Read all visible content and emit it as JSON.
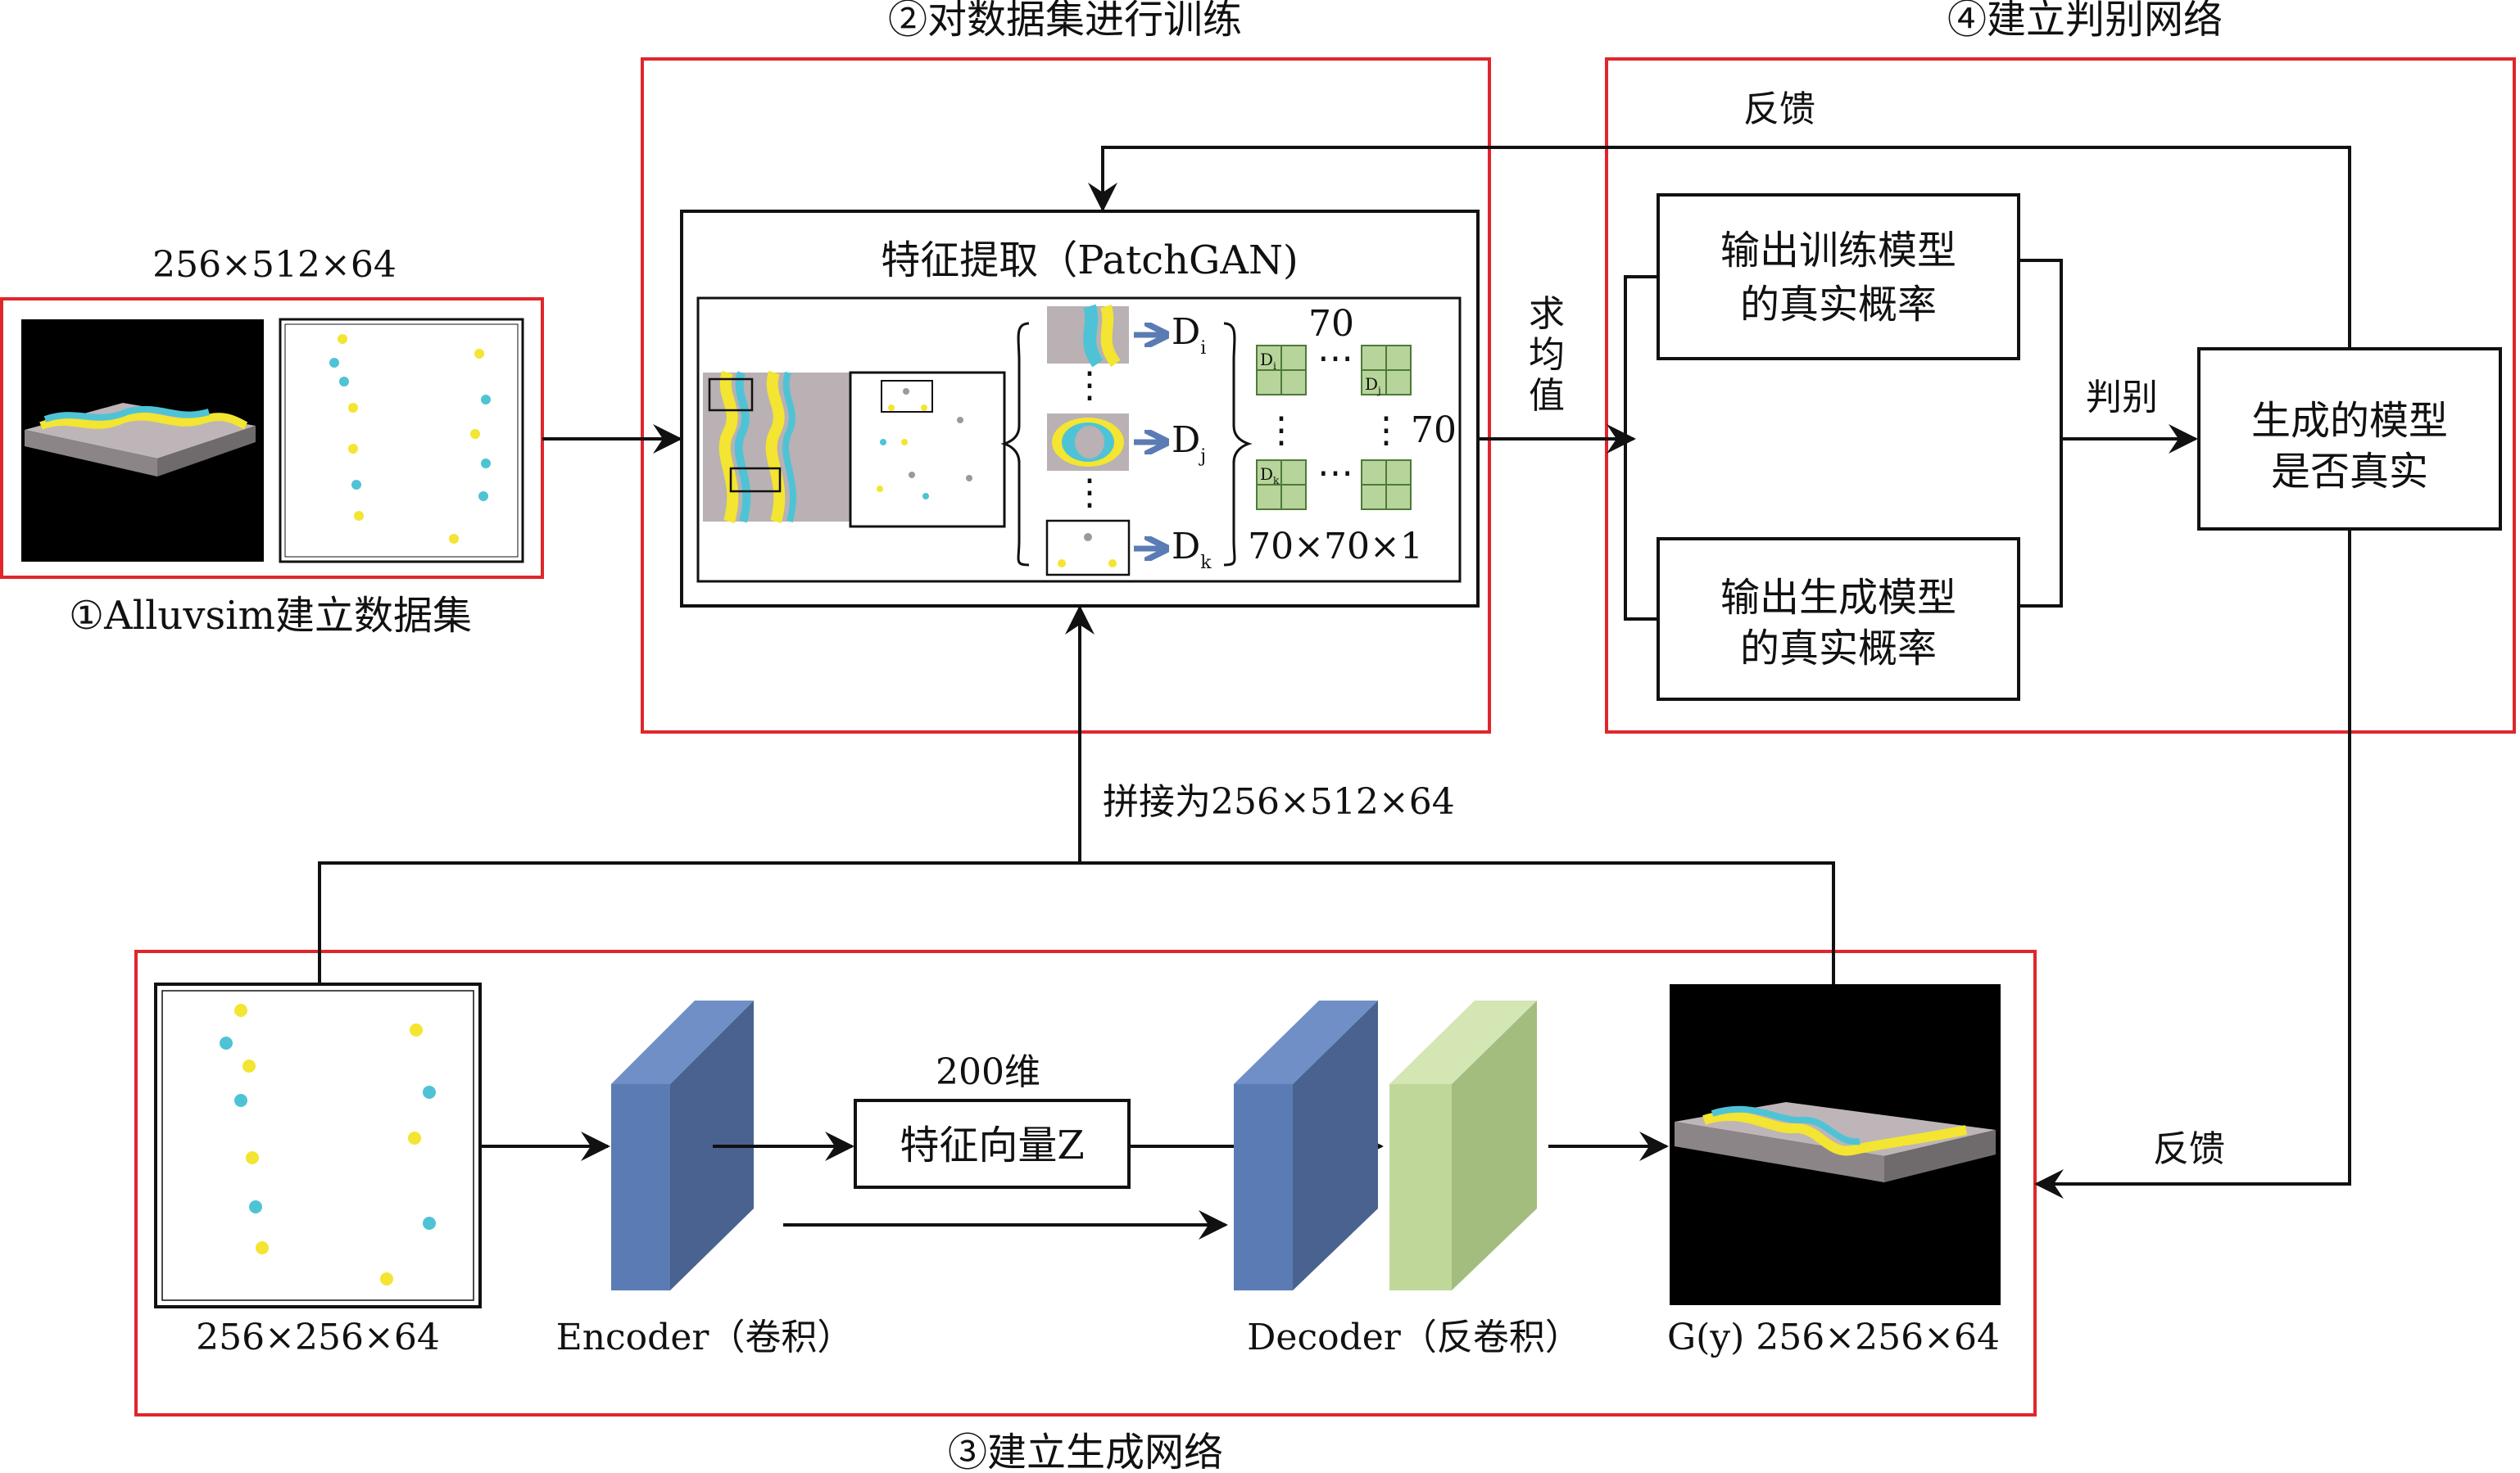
{
  "sections": {
    "dataset": {
      "title": "①Alluvsim建立数据集",
      "size_label": "256×512×64"
    },
    "training": {
      "title": "②对数据集进行训练"
    },
    "generator": {
      "title": "③建立生成网络"
    },
    "discriminator": {
      "title": "④建立判别网络"
    }
  },
  "feature_extraction": {
    "title": "特征提取（PatchGAN)",
    "d_main": "D",
    "d_subs": [
      "i",
      "j",
      "k"
    ],
    "grid_top": "70",
    "grid_right": "70",
    "grid_bottom": "70×70×1",
    "grid_cells": [
      "D",
      "D",
      "D"
    ],
    "grid_cell_subs": [
      "i",
      "j",
      "k"
    ],
    "dots": [
      "⋮",
      "⋮",
      "⋮",
      "⋮",
      "⋯",
      "⋯"
    ]
  },
  "average_label": [
    "求",
    "均",
    "值"
  ],
  "concat_label": "拼接为256×512×64",
  "feedback_top": "反馈",
  "feedback_right": "反馈",
  "discrimination": {
    "real_prob": [
      "输出训练模型",
      "的真实概率"
    ],
    "gen_prob": [
      "输出生成模型",
      "的真实概率"
    ],
    "judge": "判别",
    "result": [
      "生成的模型",
      "是否真实"
    ]
  },
  "generator_net": {
    "input_size": "256×256×64",
    "dim_label": "200维",
    "feature_vector": "特征向量Z",
    "encoder": "Encoder（卷积）",
    "decoder": "Decoder（反卷积）",
    "output_label": "G(y) 256×256×64"
  },
  "colors": {
    "frame_red": "#e0262b",
    "line": "#111111",
    "conv_front": "#5b7bb4",
    "conv_side": "#4a628f",
    "deconv_front": "#bfd89a",
    "deconv_side": "#a3bd7f",
    "channel_yellow": "#f3e531",
    "channel_cyan": "#4fc3d6",
    "model_gray": "#b9b1b3",
    "grid_green": "#b7d49a"
  }
}
